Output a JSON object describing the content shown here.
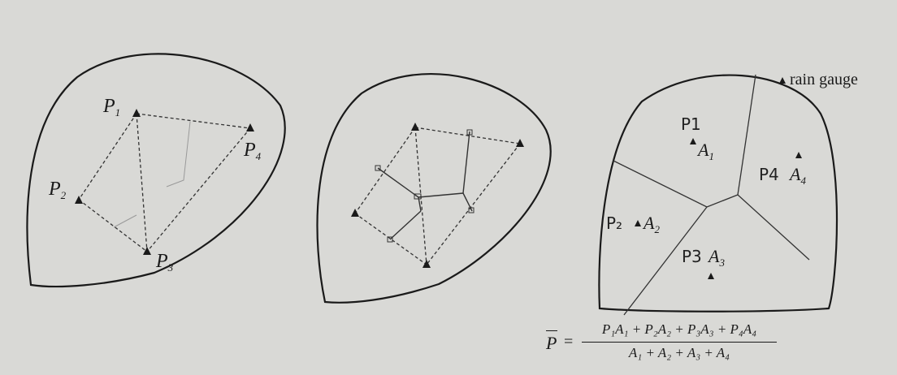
{
  "legend": {
    "label": "rain gauge"
  },
  "panel1": {
    "labels": [
      {
        "id": "p1",
        "base": "P",
        "sub": "1"
      },
      {
        "id": "p2",
        "base": "P",
        "sub": "2"
      },
      {
        "id": "p3",
        "base": "P",
        "sub": "3"
      },
      {
        "id": "p4",
        "base": "P",
        "sub": "4"
      }
    ]
  },
  "panel3": {
    "areas": [
      {
        "id": "a1",
        "base": "A",
        "sub": "1"
      },
      {
        "id": "a2",
        "base": "A",
        "sub": "2"
      },
      {
        "id": "a3",
        "base": "A",
        "sub": "3"
      },
      {
        "id": "a4",
        "base": "A",
        "sub": "4"
      }
    ],
    "handwritten": [
      {
        "id": "h1",
        "text": "P1"
      },
      {
        "id": "h2",
        "text": "P₂"
      },
      {
        "id": "h3",
        "text": "P3"
      },
      {
        "id": "h4",
        "text": "P4"
      }
    ]
  },
  "formula": {
    "lhs": "P",
    "equals": "=",
    "numerator": "P₁A₁ + P₂A₂ + P₃A₃ + P₄A₄",
    "denominator": "A₁ + A₂ + A₃ + A₄"
  }
}
